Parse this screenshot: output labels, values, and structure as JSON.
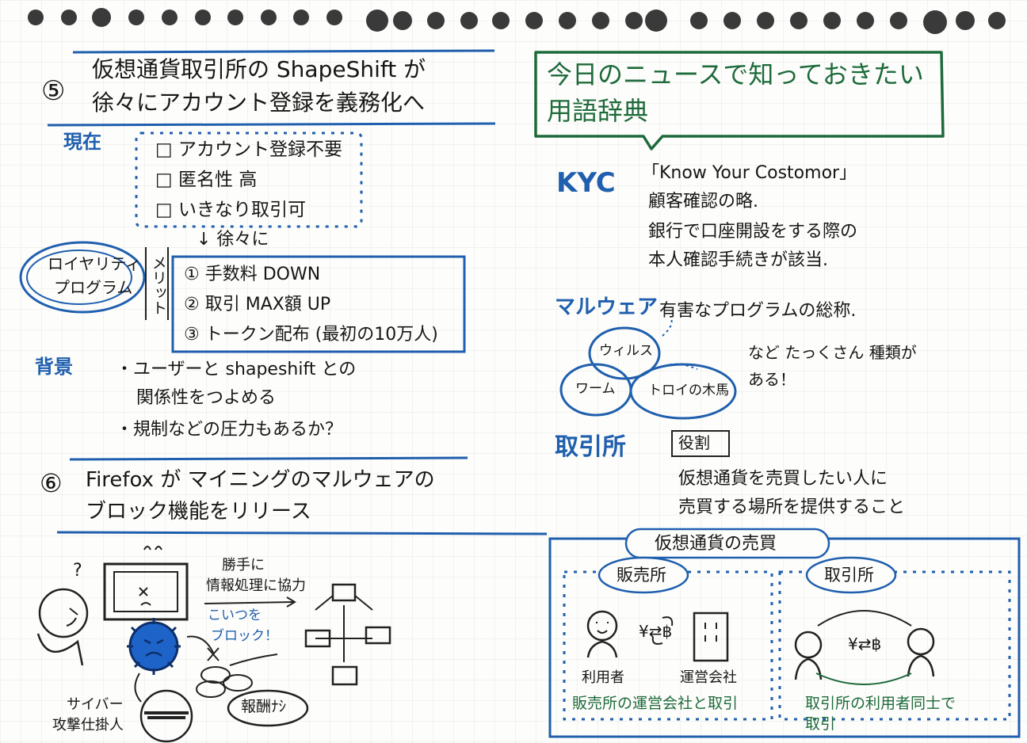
{
  "left": {
    "item5": {
      "number": "⑤",
      "title_line1": "仮想通貨取引所の ShapeShift が",
      "title_line2": "徐々にアカウント登録を義務化へ",
      "current_label": "現在",
      "current_items": [
        "□ アカウント登録不要",
        "□ 匿名性 高",
        "□ いきなり取引可"
      ],
      "arrow_text": "↓ 徐々に",
      "loyalty_label_line1": "ロイヤリティ",
      "loyalty_label_line2": "プログラム",
      "merit_label": "メリット",
      "merits": [
        "① 手数料 DOWN",
        "② 取引 MAX額 UP",
        "③ トークン配布 (最初の10万人)"
      ],
      "background_label": "背景",
      "background_items": [
        "・ユーザーと shapeshift との",
        "関係性をつよめる",
        "・規制などの圧力もあるか？"
      ]
    },
    "item6": {
      "number": "⑥",
      "title_line1": "Firefox が マイニングのマルウェアの",
      "title_line2": "ブロック機能をリリース",
      "question_mark": "?",
      "caption_katte_line1": "勝手に",
      "caption_katte_line2": "情報処理に協力",
      "caption_block_line1": "こいつを",
      "caption_block_line2": "ブロック！",
      "reward_label": "報酬ﾅｼ",
      "attacker_line1": "サイバー",
      "attacker_line2": "攻撃仕掛人"
    }
  },
  "right": {
    "header_line1": "今日のニュースで知っておきたい",
    "header_line2": "用語辞典",
    "kyc": {
      "term": "KYC",
      "def_lines": [
        "「Know Your Costomor」",
        "顧客確認の略.",
        "銀行で口座開設をする際の",
        "本人確認手続きが該当."
      ]
    },
    "malware": {
      "term": "マルウェア",
      "def": "有害なプログラムの総称.",
      "circles": [
        "ウィルス",
        "ワーム",
        "トロイの木馬"
      ],
      "note_line1": "など たっくさん 種類が",
      "note_line2": "ある！"
    },
    "exchange": {
      "term": "取引所",
      "role_label": "役割",
      "def_lines": [
        "仮想通貨を売買したい人に",
        "売買する場所を提供すること"
      ],
      "box_title": "仮想通貨の売買",
      "seller": {
        "title": "販売所",
        "user_label": "利用者",
        "company_label": "運営会社",
        "caption": "販売所の運営会社と取引"
      },
      "exchange_side": {
        "title": "取引所",
        "caption_line1": "取引所の利用者同士で",
        "caption_line2": "取引"
      },
      "trade_glyph": "¥⇄฿"
    }
  },
  "colors": {
    "ink": "#161616",
    "blue": "#1f5fae",
    "green": "#1d6a3a",
    "virus": "#1e63c8"
  }
}
